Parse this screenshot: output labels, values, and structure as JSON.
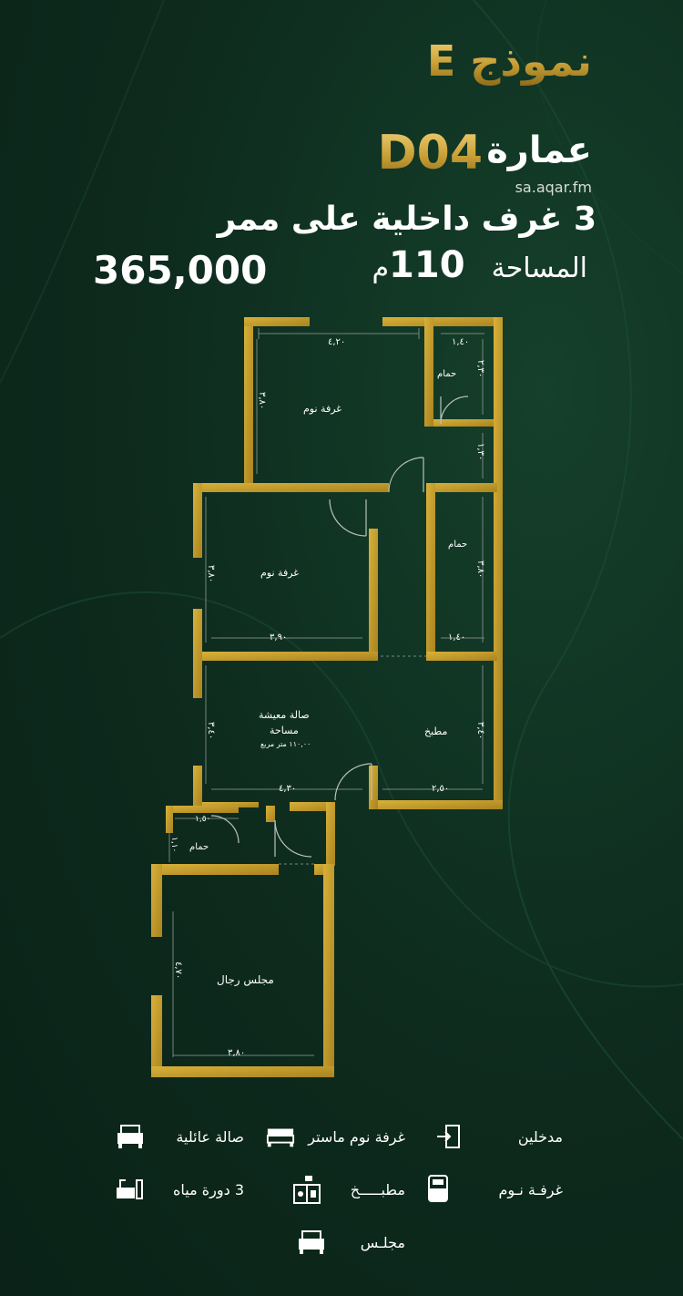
{
  "header": {
    "model_title": "نموذج E",
    "building_label": "عمارة",
    "building_code": "D04",
    "watermark": "sa.aqar.fm",
    "rooms_line": "3 غرف داخلية على ممر",
    "area_label": "المساحة",
    "area_value": "110",
    "area_unit": "م",
    "price": "365,000"
  },
  "plan": {
    "rooms": [
      {
        "id": "bed1",
        "label": "غرفة نوم",
        "dim_w": "٤,٢٠",
        "dim_h": "٣,٨٠"
      },
      {
        "id": "bath1",
        "label": "حمام",
        "dim_w": "١,٤٠",
        "dim_h": "٢,٣٠"
      },
      {
        "id": "corr",
        "dim_h": "١,٣٠"
      },
      {
        "id": "bed2",
        "label": "غرفة نوم",
        "dim_w": "٣,٩٠",
        "dim_h": "٣,٨٠"
      },
      {
        "id": "bath2",
        "label": "حمام",
        "dim_w": "١,٤٠",
        "dim_h": "٣,٨٠"
      },
      {
        "id": "living",
        "label": "صالة معيشة",
        "sub": "مساحة",
        "note": "١١٠,٠٠ متر مربع",
        "dim_w": "٤,٣٠",
        "dim_h": "٣,٤٠"
      },
      {
        "id": "kitchen",
        "label": "مطبخ",
        "dim_w": "٢,٥٠",
        "dim_h": "٣,٤٠"
      },
      {
        "id": "bath3",
        "label": "حمام",
        "dim_w": "١,٥٠",
        "dim_h": "١,١٠"
      },
      {
        "id": "majlis",
        "label": "مجلس رجال",
        "dim_w": "٣,٨٠",
        "dim_h": "٤,٧٠"
      }
    ]
  },
  "legend": [
    {
      "label": "مدخلين",
      "icon": "entrance-icon"
    },
    {
      "label": "غرفة نوم ماستر",
      "icon": "master-bed-icon"
    },
    {
      "label": "صالة عائلية",
      "icon": "sofa-icon"
    },
    {
      "label": "غرفـة نـوم",
      "icon": "bed-icon"
    },
    {
      "label": "مطبـــــخ",
      "icon": "kitchen-icon"
    },
    {
      "label": "3 دورة مياه",
      "icon": "bathtub-icon"
    },
    {
      "label": "مجلـس",
      "icon": "majlis-icon"
    }
  ],
  "colors": {
    "background": "#0d2a1d",
    "wall": "#c9a227",
    "text": "#ffffff"
  }
}
